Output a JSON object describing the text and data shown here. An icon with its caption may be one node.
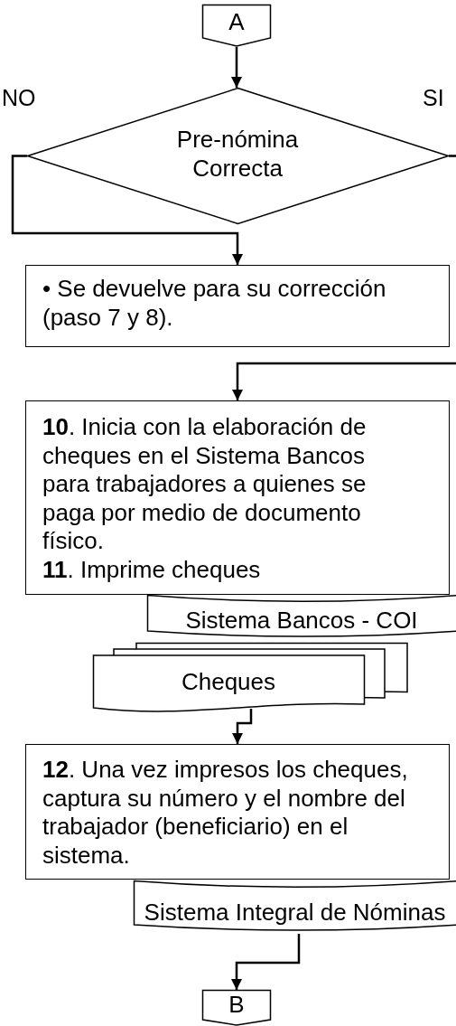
{
  "diagram": {
    "nodes": [
      {
        "text": [
          "A"
        ]
      },
      {
        "text": [
          "Pre-nómina Correcta"
        ]
      },
      {
        "text": [
          "• Se devuelve para su corrección (paso 7 y 8)."
        ]
      },
      {
        "text": [
          "**10**. Inicia con la elaboración de cheques en el Sistema Bancos para trabajadores a quienes se paga por medio de documento físico.",
          "**11**. Imprime cheques"
        ]
      },
      {
        "text": [
          "Sistema Bancos - COI"
        ]
      },
      {
        "text": [
          "Cheques"
        ]
      },
      {
        "text": [
          "**12**. Una vez impresos los cheques, captura su número y el nombre del trabajador (beneficiario) en el sistema."
        ]
      },
      {
        "text": [
          "Sistema Integral de Nóminas"
        ]
      },
      {
        "text": [
          "B"
        ]
      }
    ],
    "edges": [
      {
        "from": 0,
        "to": 1,
        "arrow": "to"
      },
      {
        "from": 1,
        "to": 2,
        "arrow": "to"
      },
      {
        "from": 1,
        "to": 3,
        "arrow": "to"
      },
      {
        "from": 5,
        "to": 6,
        "arrow": "to"
      },
      {
        "from": 7,
        "to": 8,
        "arrow": "to"
      }
    ],
    "labels": [
      "NO",
      "SI"
    ]
  }
}
